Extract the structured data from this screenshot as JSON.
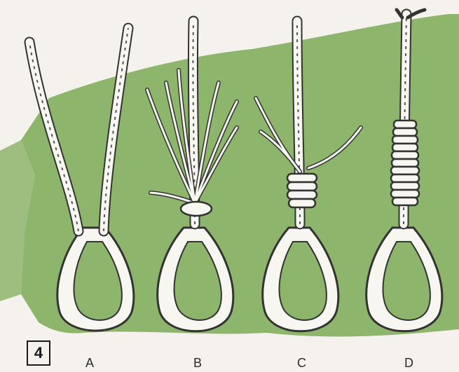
{
  "figure": {
    "number": "4",
    "labels": [
      "A",
      "B",
      "C",
      "D"
    ]
  },
  "colors": {
    "background": "#f5f2ed",
    "green_patch": "#8db56b",
    "rope": "#f7f6f0",
    "outline": "#3a3a3a"
  },
  "icons": [
    "wire-rope-loop-icon",
    "thimble-icon",
    "seizing-wrap-icon"
  ]
}
